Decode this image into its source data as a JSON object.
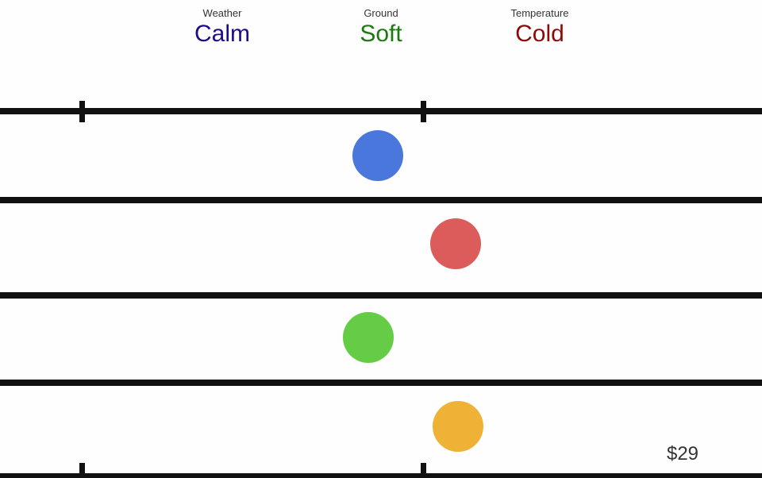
{
  "conditions": {
    "weather": {
      "label": "Weather",
      "value": "Calm",
      "color": "#1f0a8a"
    },
    "ground": {
      "label": "Ground",
      "value": "Soft",
      "color": "#1b7a0e"
    },
    "temperature": {
      "label": "Temperature",
      "value": "Cold",
      "color": "#8b0a0a"
    }
  },
  "runners": [
    {
      "id": "blue",
      "color": "#4a77dc"
    },
    {
      "id": "red",
      "color": "#dc5b5b"
    },
    {
      "id": "green",
      "color": "#65cc45"
    },
    {
      "id": "yellow",
      "color": "#eeb236"
    }
  ],
  "balance": "$29"
}
